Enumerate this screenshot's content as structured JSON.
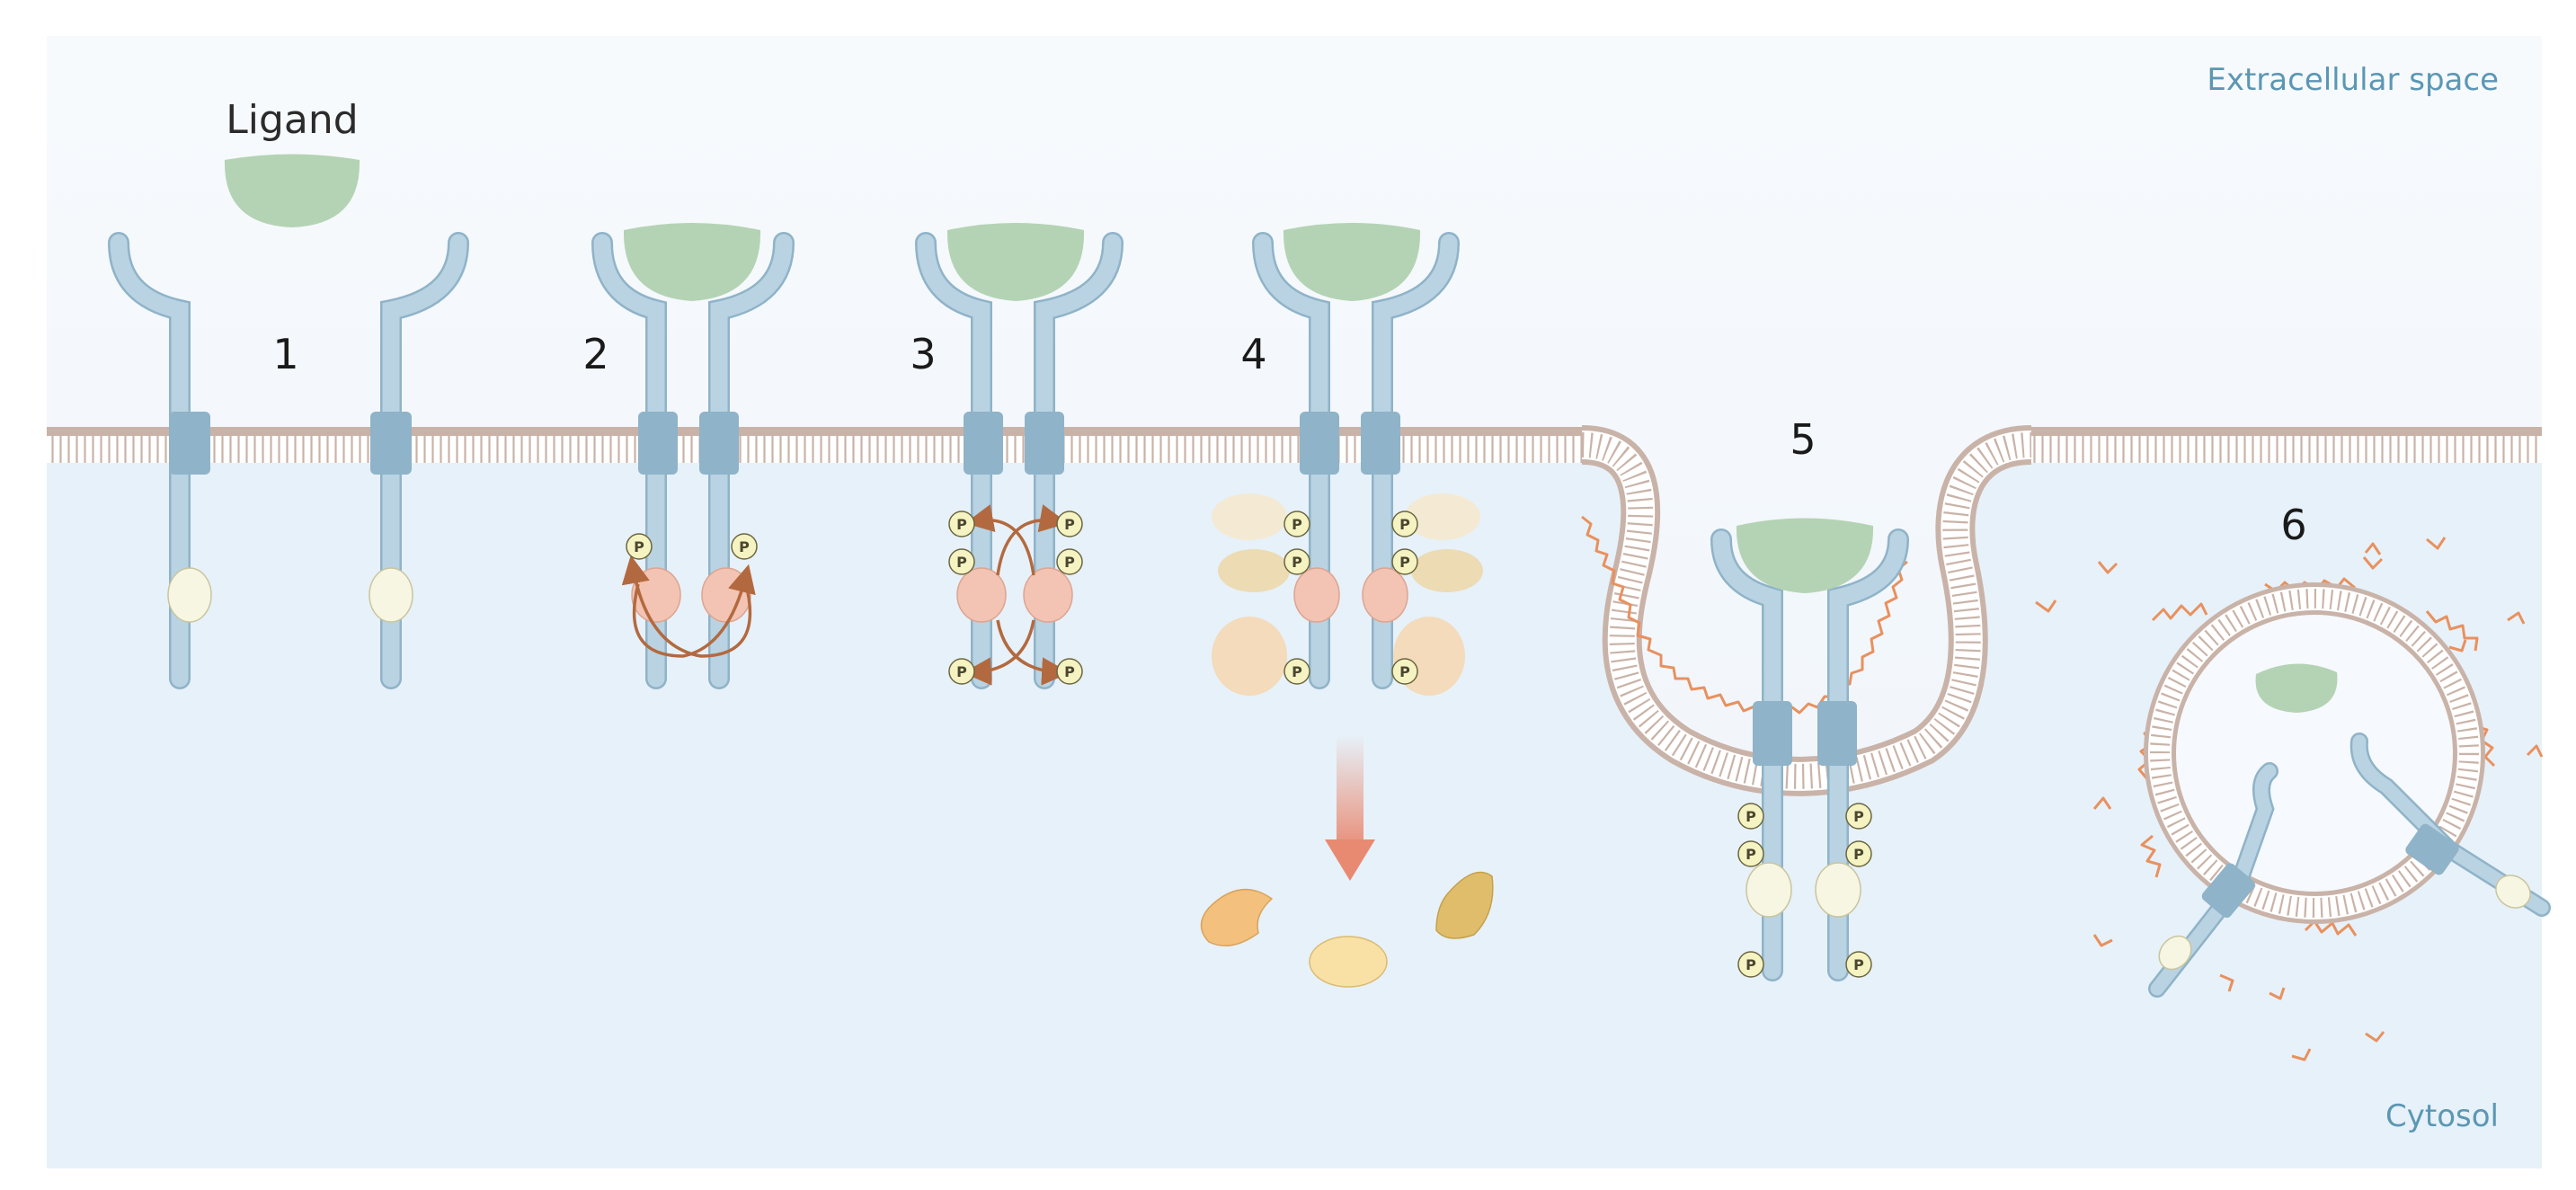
{
  "labels": {
    "extracellular": "Extracellular space",
    "cytosol": "Cytosol",
    "ligand": "Ligand",
    "phospho": "P"
  },
  "steps": [
    "1",
    "2",
    "3",
    "4",
    "5",
    "6"
  ],
  "colors": {
    "background_top": "#f6f9fd",
    "background_cytosol": "#e7f1f9",
    "receptor": "#b9d3e2",
    "receptor_stroke": "#8fb3c8",
    "receptor_tm": "#8fb3c8",
    "ligand": "#b4d3b4",
    "kinase": "#f3c3b3",
    "arrow": "#b3693f",
    "phosphate": "#f6f3c2",
    "clathrin": "#e8915f",
    "membrane": "#c9b3a8",
    "label_blue": "#5b97b4",
    "downstream_arrow": "#e88a72"
  }
}
